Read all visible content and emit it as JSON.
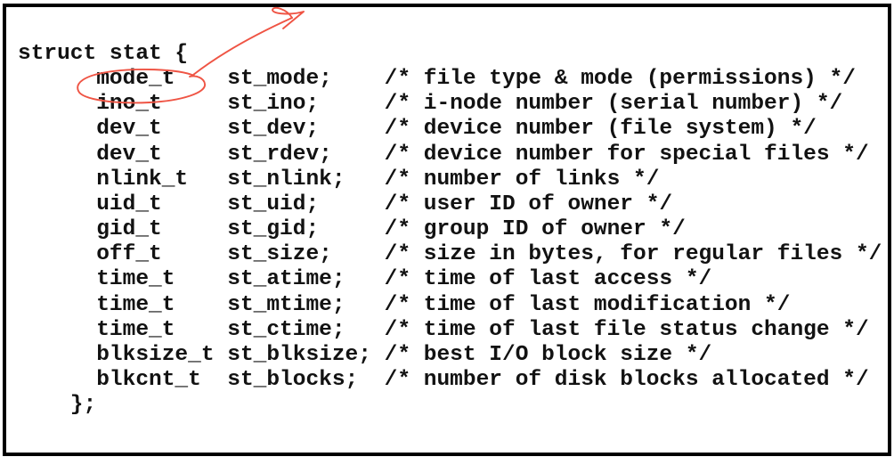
{
  "page": {
    "background": "#ffffff",
    "border_color": "#000000",
    "text_color": "#121212"
  },
  "code": {
    "language": "c",
    "header": "struct stat {",
    "footer": "    };",
    "columns": {
      "indent": 6,
      "type_width": 10,
      "name_width": 12
    },
    "fields": [
      {
        "type": "mode_t",
        "name": "st_mode;",
        "comment": "/* file type & mode (permissions) */"
      },
      {
        "type": "ino_t",
        "name": "st_ino;",
        "comment": "/* i-node number (serial number) */"
      },
      {
        "type": "dev_t",
        "name": "st_dev;",
        "comment": "/* device number (file system) */"
      },
      {
        "type": "dev_t",
        "name": "st_rdev;",
        "comment": "/* device number for special files */"
      },
      {
        "type": "nlink_t",
        "name": "st_nlink;",
        "comment": "/* number of links */"
      },
      {
        "type": "uid_t",
        "name": "st_uid;",
        "comment": "/* user ID of owner */"
      },
      {
        "type": "gid_t",
        "name": "st_gid;",
        "comment": "/* group ID of owner */"
      },
      {
        "type": "off_t",
        "name": "st_size;",
        "comment": "/* size in bytes, for regular files */"
      },
      {
        "type": "time_t",
        "name": "st_atime;",
        "comment": "/* time of last access */"
      },
      {
        "type": "time_t",
        "name": "st_mtime;",
        "comment": "/* time of last modification */"
      },
      {
        "type": "time_t",
        "name": "st_ctime;",
        "comment": "/* time of last file status change */"
      },
      {
        "type": "blksize_t",
        "name": "st_blksize;",
        "comment": "/* best I/O block size */"
      },
      {
        "type": "blkcnt_t",
        "name": "st_blocks;",
        "comment": "/* number of disk blocks allocated */"
      }
    ]
  },
  "annotation": {
    "type": "hand-drawn-circle-with-arrow",
    "circled_text": "mode_t",
    "color": "#ef5444"
  }
}
